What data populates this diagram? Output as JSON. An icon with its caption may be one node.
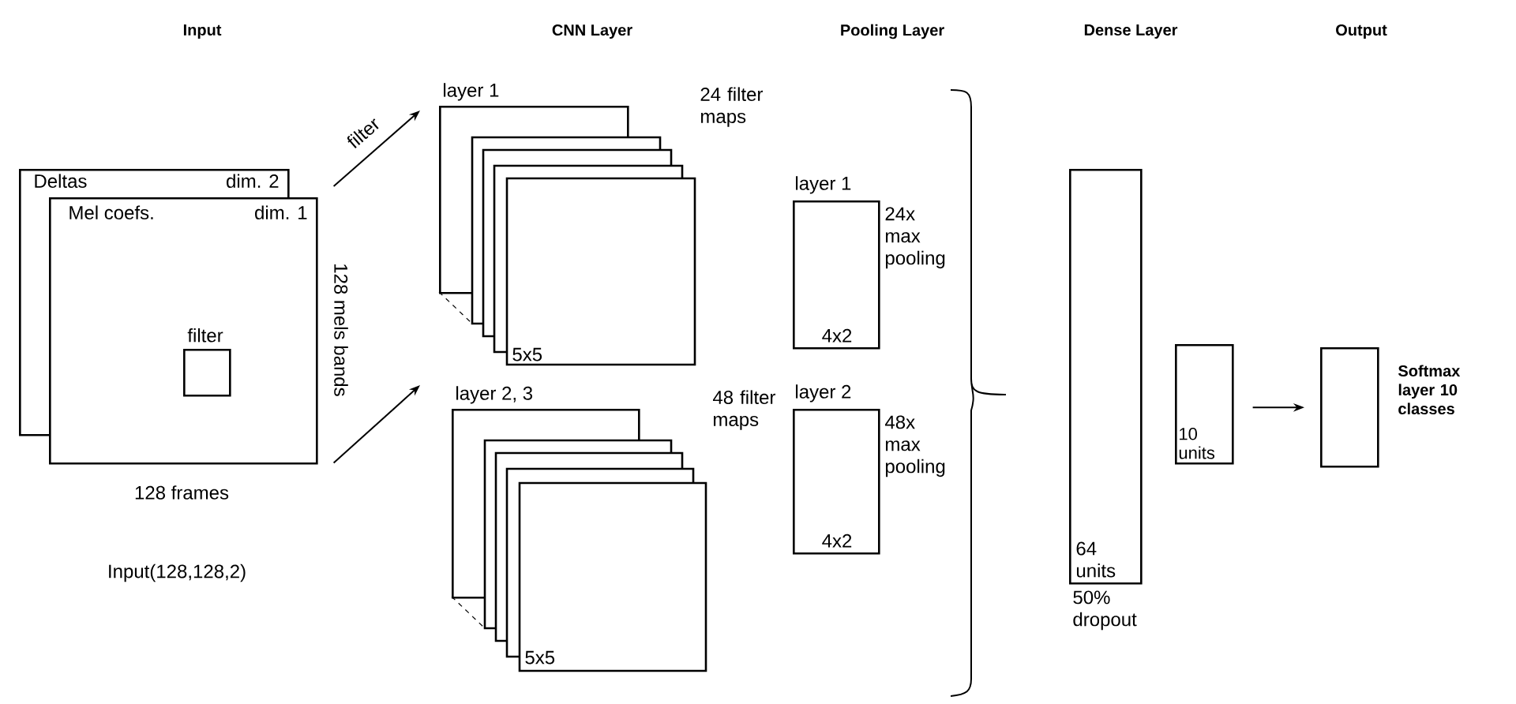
{
  "diagram": {
    "nodes": [
      {
        "text": [
          "Deltas",
          "dim. 2"
        ]
      },
      {
        "text": [
          "Mel coefs.",
          "dim. 1"
        ],
        "beside": [
          "128 mels bands",
          "128 frames"
        ]
      },
      {
        "text": [],
        "shape": "box"
      },
      {
        "text": [
          "layer 1",
          "5x5"
        ],
        "beside": [
          "24 filter maps"
        ]
      },
      {
        "text": [
          "layer 2, 3",
          "5x5"
        ]
      },
      {
        "text": [
          "layer 1",
          "4x2"
        ],
        "beside": [
          "24x max pooling"
        ]
      },
      {
        "text": [
          "layer 2",
          "4x2"
        ],
        "beside": [
          "48x max pooling"
        ]
      },
      {
        "text": [
          "64 units"
        ],
        "beside": [
          "50% dropout"
        ]
      },
      {
        "text": [
          "10 units"
        ]
      },
      {
        "text": [],
        "shape": "box",
        "beside": [
          "Softmax layer 10 classes"
        ]
      }
    ],
    "edges": [
      {
        "from": 1,
        "to": 3,
        "arrow": "to",
        "label": "filter"
      },
      {
        "from": 1,
        "to": 4,
        "arrow": "to"
      },
      {
        "from": 8,
        "to": 9,
        "arrow": "to"
      }
    ],
    "labels": [
      "filter",
      "Input",
      "CNN Layer",
      "Pooling Layer",
      "Dense Layer",
      "Output",
      "48 filter maps",
      "Input(128,128,2)"
    ]
  }
}
